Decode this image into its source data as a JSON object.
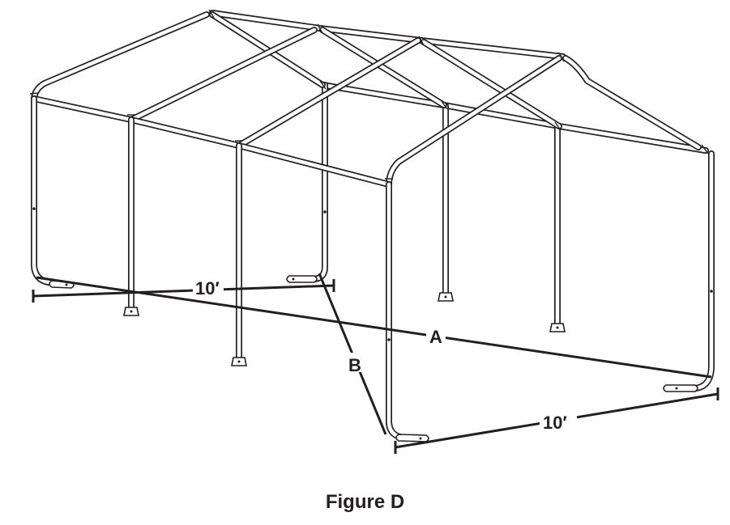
{
  "figure": {
    "caption": "Figure D",
    "labels": {
      "width_back": "10′",
      "width_front": "10′",
      "diagonal_a": "A",
      "diagonal_b": "B"
    }
  }
}
